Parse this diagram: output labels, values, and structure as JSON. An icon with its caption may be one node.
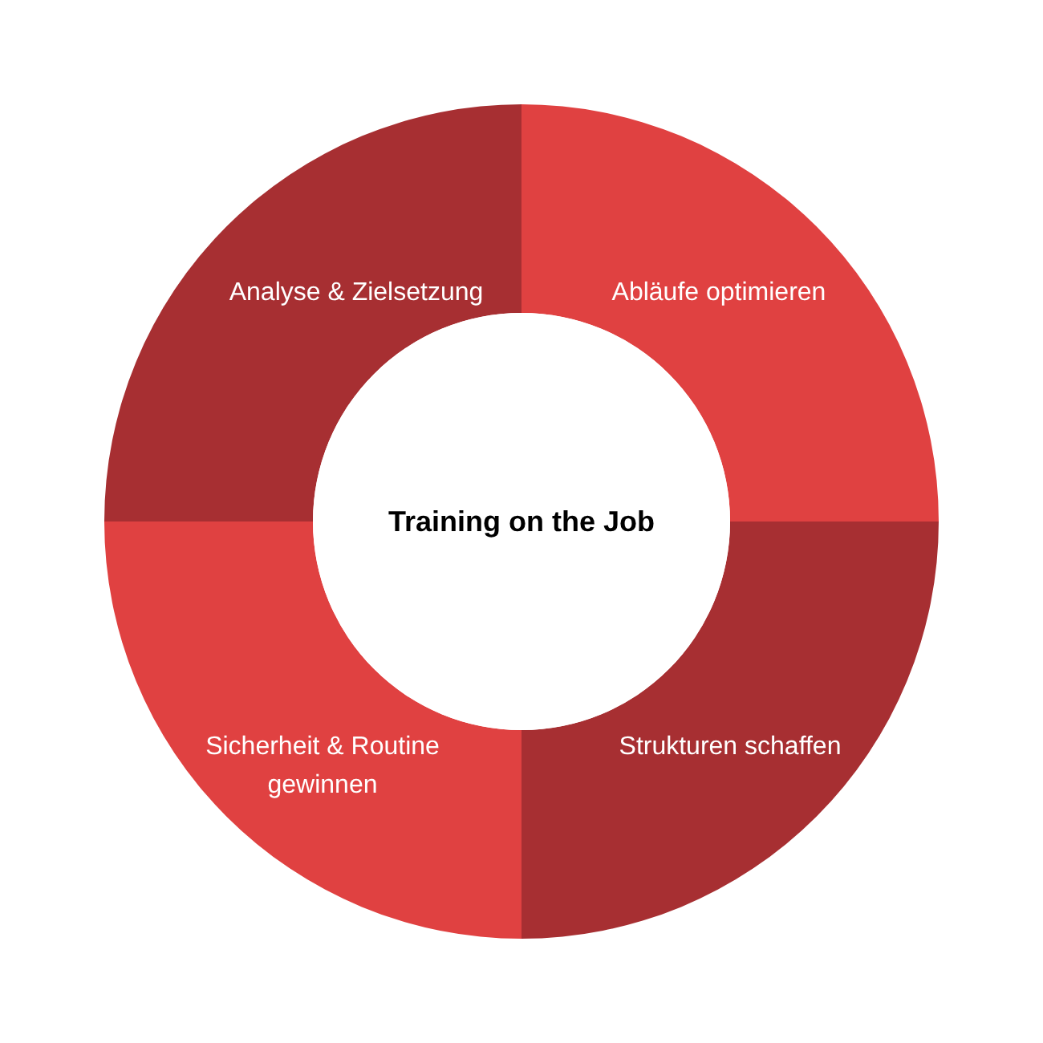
{
  "diagram": {
    "nodes": [
      {
        "text": [
          "Analyse & Zielsetzung"
        ]
      },
      {
        "text": [
          "Abläufe optimieren"
        ]
      },
      {
        "text": [
          "Training on the Job"
        ]
      },
      {
        "text": [
          "Sicherheit & Routine gewinnen"
        ]
      },
      {
        "text": [
          "Strukturen schaffen"
        ]
      }
    ]
  }
}
